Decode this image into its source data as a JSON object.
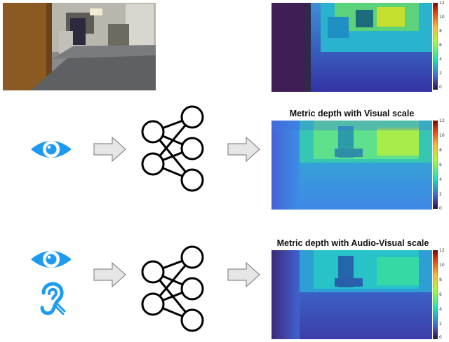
{
  "rows": [
    {
      "id": "ground-truth",
      "title": "",
      "colorbar_ticks": [
        "12",
        "10",
        "8",
        "6",
        "4",
        "2",
        "0"
      ]
    },
    {
      "id": "visual",
      "title": "Metric depth with Visual scale",
      "colorbar_ticks": [
        "12",
        "10",
        "8",
        "6",
        "4",
        "2",
        "0"
      ]
    },
    {
      "id": "audio-visual",
      "title": "Metric depth with Audio-Visual scale",
      "colorbar_ticks": [
        "12",
        "10",
        "8",
        "6",
        "4",
        "2",
        "0"
      ]
    }
  ],
  "icons": {
    "eye": "eye-icon",
    "ear": "ear-icon",
    "arrow": "arrow-right-icon",
    "network": "neural-network-icon"
  },
  "colors": {
    "eye_ear": "#1e9bf0",
    "arrow_fill": "#e6e6e6",
    "arrow_stroke": "#8c8c8c"
  }
}
